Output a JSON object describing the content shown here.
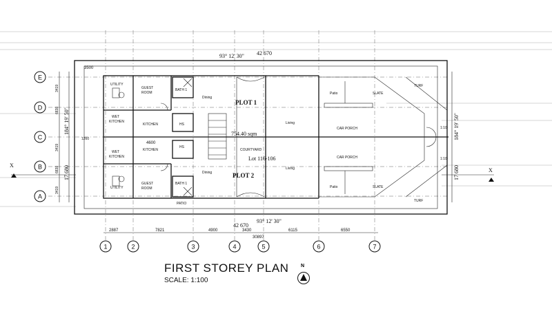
{
  "plan": {
    "title": "FIRST STOREY PLAN",
    "scale": "SCALE: 1:100",
    "north": "N",
    "bearing_top": "93° 12' 30\"",
    "length_top": "42 670",
    "bearing_bottom": "93° 12' 30\"",
    "length_bottom": "42 670",
    "bearing_left": "184° 19' 50\"",
    "length_left": "17 680",
    "bearing_right": "184° 19' 50\"",
    "length_right": "17 680",
    "area": "754.40 sqm",
    "lot": "Lot 116-106",
    "plot1": "PLOT 1",
    "plot2": "PLOT 2",
    "section_left": "X",
    "section_right": "X",
    "top_dim": "3500",
    "grid_rows": [
      "E",
      "D",
      "C",
      "B",
      "A"
    ],
    "grid_cols": [
      "1",
      "2",
      "3",
      "4",
      "5",
      "6",
      "7"
    ],
    "bottom_dims": [
      "2887",
      "7821",
      "4900",
      "3430",
      "6115",
      "6550"
    ],
    "total_dim": "30897",
    "left_dims": [
      "3419",
      "6838",
      "3419",
      "6838",
      "3419"
    ],
    "left_mid_dim": "1260",
    "inner_dim": "4600",
    "scale_notes": [
      "1:10",
      "1:10"
    ],
    "rooms": {
      "utility_top": "UTILITY",
      "guest_top_1": "GUEST",
      "guest_top_2": "ROOM",
      "bath_top": "BATH 1",
      "dining_top": "Dining",
      "living_top": "Living",
      "patio_top": "Patio",
      "slate_top": "SLATE",
      "turf_top": "TURF",
      "wet_kitchen_top_1": "WET",
      "wet_kitchen_top_2": "KITCHEN",
      "kitchen_top": "KITCHEN",
      "hs_top": "HS",
      "car_porch_top": "CAR PORCH",
      "wet_kitchen_bot_1": "WET",
      "wet_kitchen_bot_2": "KITCHEN",
      "kitchen_bot": "KITCHEN",
      "hs_bot": "HS",
      "courtyard": "COURTYARD",
      "car_porch_bot": "CAR PORCH",
      "utility_bot": "UTILITY",
      "guest_bot_1": "GUEST",
      "guest_bot_2": "ROOM",
      "bath_bot": "BATH 1",
      "dining_bot": "Dining",
      "living_bot": "Living",
      "patio_bot": "Patio",
      "slate_bot": "SLATE",
      "turf_bot": "TURF",
      "patio_bottom": "PATIO"
    }
  }
}
